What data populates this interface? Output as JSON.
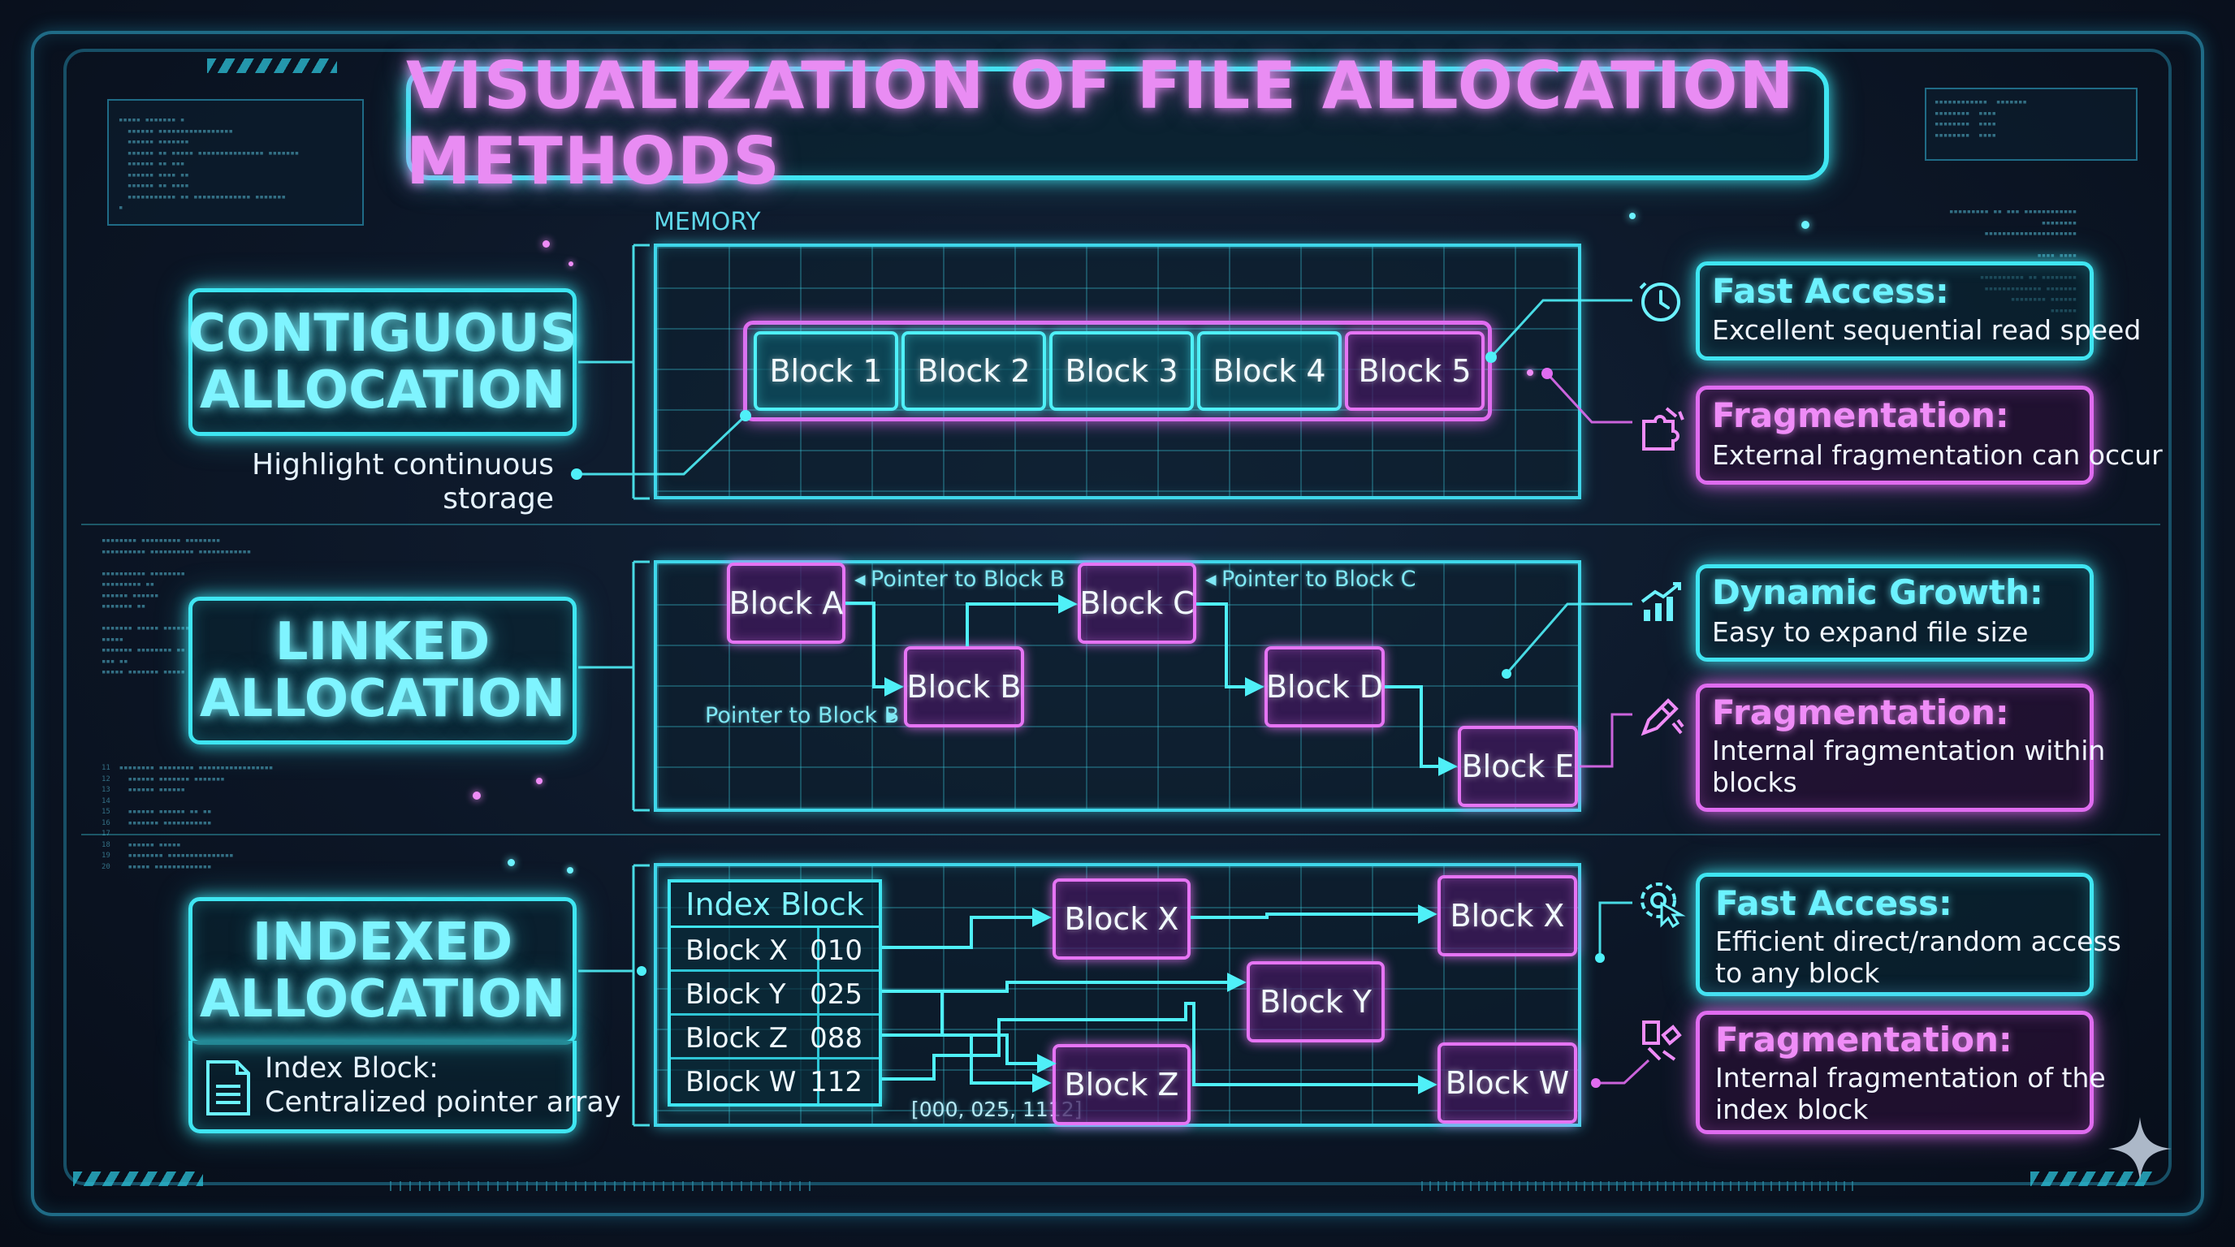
{
  "title": "VISUALIZATION OF FILE ALLOCATION METHODS",
  "memory_label": "MEMORY",
  "contiguous": {
    "title": "CONTIGUOUS\nALLOCATION",
    "blocks": [
      "Block 1",
      "Block 2",
      "Block 3",
      "Block 4",
      "Block 5"
    ],
    "caption": "Highlight continuous\nstorage",
    "info": [
      {
        "head": "Fast Access:",
        "body": "Excellent sequential read speed",
        "icon": "clock-icon",
        "accent": "#3fe6f2"
      },
      {
        "head": "Fragmentation:",
        "body": "External fragmentation can occur",
        "icon": "broken-puzzle-icon",
        "accent": "#e06cf0"
      }
    ]
  },
  "linked": {
    "title": "LINKED\nALLOCATION",
    "blocks": [
      "Block A",
      "Block B",
      "Block C",
      "Block D",
      "Block E"
    ],
    "pointers": [
      "Pointer to Block B",
      "Pointer to Block C",
      "Pointer to Block B"
    ],
    "info": [
      {
        "head": "Dynamic Growth:",
        "body": "Easy to expand file size",
        "icon": "growth-chart-icon",
        "accent": "#3fe6f2"
      },
      {
        "head": "Fragmentation:",
        "body": "Internal fragmentation within\nblocks",
        "icon": "broken-pencil-icon",
        "accent": "#e06cf0"
      }
    ]
  },
  "indexed": {
    "title": "INDEXED\nALLOCATION",
    "note": "Index Block:\nCentralized pointer array",
    "index_table": {
      "header": "Index Block",
      "rows": [
        {
          "key": "Block X",
          "value": "010"
        },
        {
          "key": "Block Y",
          "value": "025"
        },
        {
          "key": "Block Z",
          "value": "088"
        },
        {
          "key": "Block W",
          "value": "112"
        }
      ]
    },
    "array_label": "[000, 025, 1112]",
    "blocks": [
      "Block X",
      "Block X",
      "Block Y",
      "Block Z",
      "Block W"
    ],
    "info": [
      {
        "head": "Fast Access:",
        "body": "Efficient direct/random access\nto any block",
        "icon": "pointer-target-icon",
        "accent": "#3fe6f2"
      },
      {
        "head": "Fragmentation:",
        "body": "Internal fragmentation of the\nindex block",
        "icon": "fragment-pieces-icon",
        "accent": "#e06cf0"
      }
    ]
  }
}
